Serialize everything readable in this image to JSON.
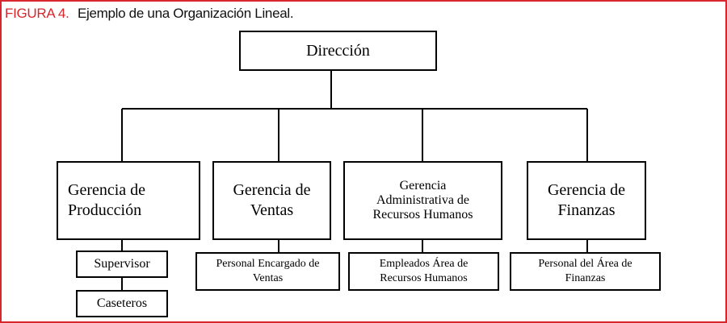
{
  "caption": {
    "figure_label": "FIGURA 4.",
    "title": "Ejemplo de una Organización Lineal."
  },
  "chart": {
    "root": "Dirección",
    "managers": [
      {
        "label": "Gerencia de\nProducción",
        "subordinates": [
          "Supervisor",
          "Caseteros"
        ]
      },
      {
        "label": "Gerencia de\nVentas",
        "subordinates": [
          "Personal Encargado de\nVentas"
        ]
      },
      {
        "label": "Gerencia\nAdministrativa de\nRecursos Humanos",
        "subordinates": [
          "Empleados Área de\nRecursos Humanos"
        ]
      },
      {
        "label": "Gerencia de\nFinanzas",
        "subordinates": [
          "Personal del Área de\nFinanzas"
        ]
      }
    ]
  },
  "colors": {
    "frame": "#d7262c",
    "figure_label": "#d7262c",
    "lines": "#000000"
  }
}
